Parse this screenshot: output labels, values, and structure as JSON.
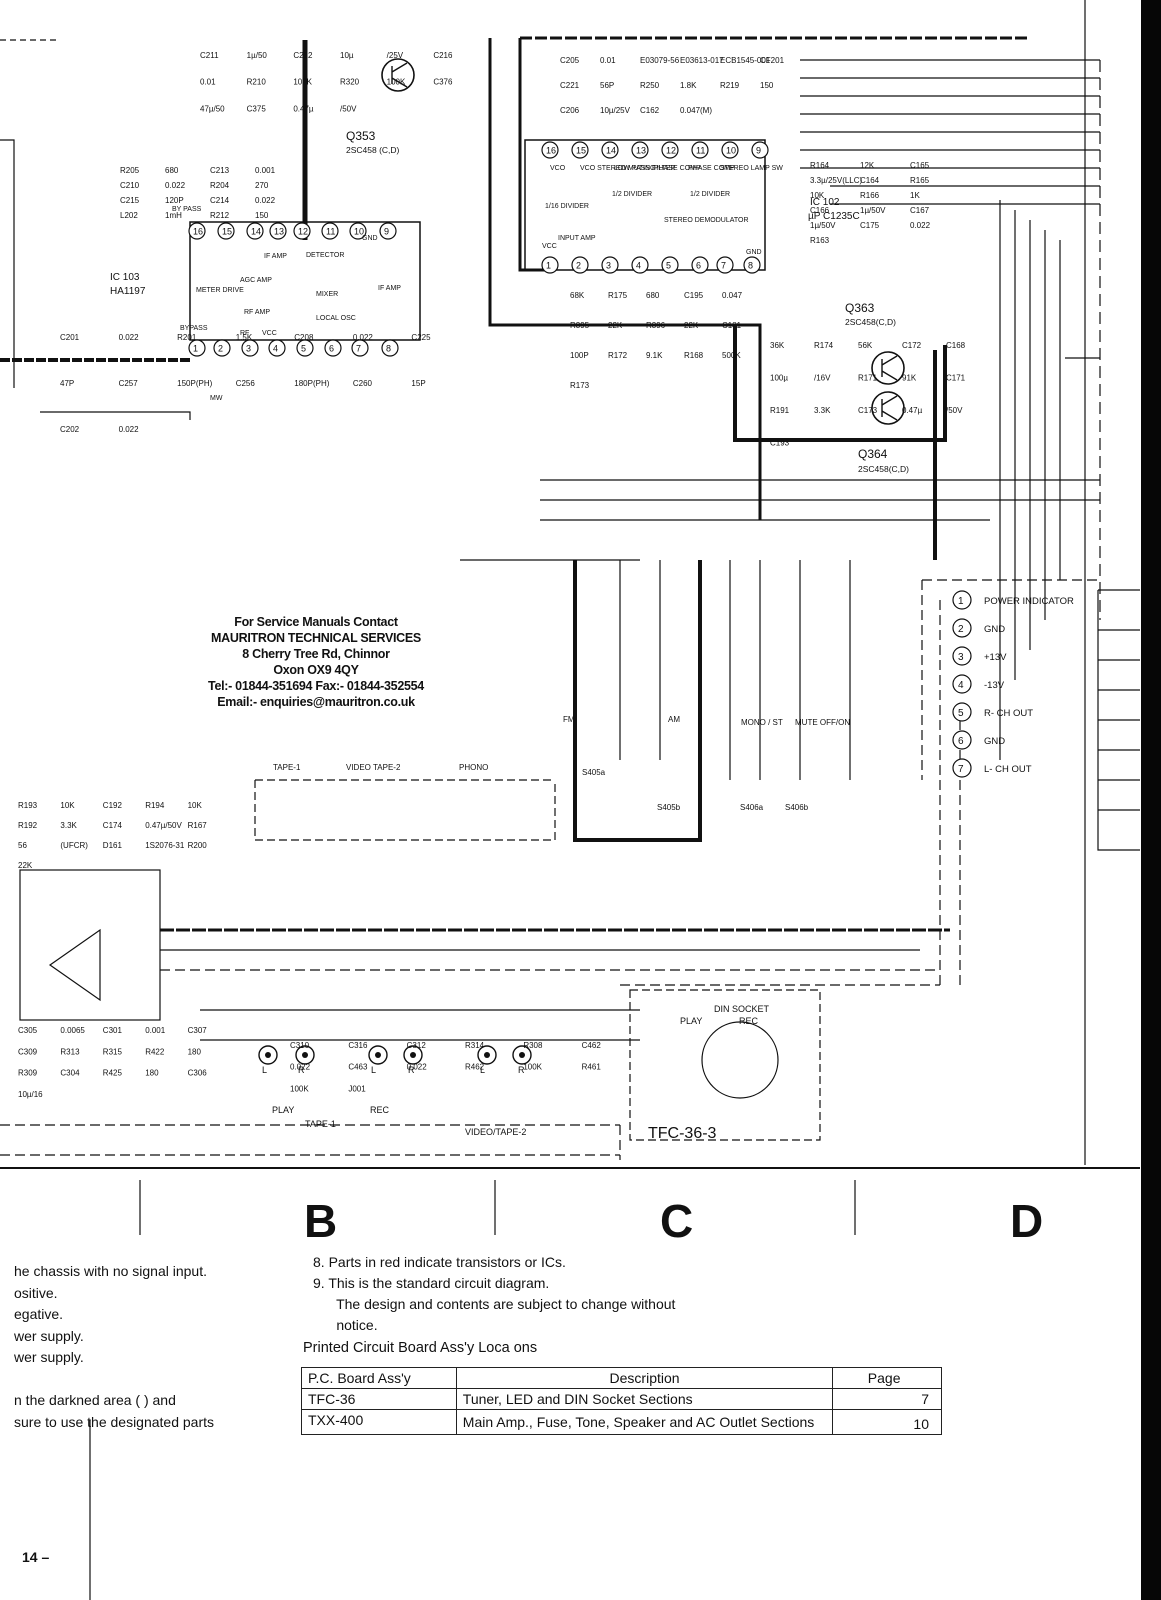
{
  "schematic": {
    "ic_labels": [
      "IC 103",
      "HA1197",
      "IC 102",
      "µP C1235C"
    ],
    "transistor_labels": [
      "Q353",
      "2SC458 (C,D)",
      "Q363",
      "2SC458(C,D)",
      "Q364",
      "2SC458(C,D)"
    ],
    "component_labels": [
      "C211",
      "1µ/50",
      "C212",
      "10µ",
      "/25V",
      "C216",
      "0.01",
      "R210",
      "100K",
      "R320",
      "100K",
      "C376",
      "47µ/50",
      "C375",
      "0.47µ",
      "/50V",
      "R205",
      "680",
      "C213",
      "0.001",
      "C210",
      "0.022",
      "R204",
      "270",
      "C215",
      "120P",
      "C214",
      "0.022",
      "L202",
      "1mH",
      "R212",
      "150",
      "C201",
      "0.022",
      "R201",
      "1.5K",
      "C208",
      "0.022",
      "C225",
      "47P",
      "C257",
      "150P(PH)",
      "C256",
      "180P(PH)",
      "C260",
      "15P",
      "C202",
      "0.022",
      "C205",
      "0.01",
      "E03079-56",
      "E03613-017",
      "ECB1545-001",
      "CF201",
      "C221",
      "56P",
      "R250",
      "1.8K",
      "R219",
      "150",
      "C206",
      "10µ/25V",
      "C162",
      "0.047(M)",
      "R164",
      "12K",
      "C165",
      "3.3µ/25V(LLC)",
      "C164",
      "R165",
      "10K",
      "R166",
      "1K",
      "C166",
      "1µ/50V",
      "C167",
      "1µ/50V",
      "C175",
      "0.022",
      "R163",
      "68K",
      "R175",
      "680",
      "C195",
      "0.047",
      "R395",
      "22K",
      "R396",
      "22K",
      "C181",
      "100P",
      "R172",
      "9.1K",
      "R168",
      "500K",
      "R173",
      "36K",
      "R174",
      "56K",
      "C172",
      "C168",
      "100µ",
      "/16V",
      "R171",
      "91K",
      "C171",
      "R191",
      "3.3K",
      "C173",
      "0.47µ",
      "/50V",
      "C193",
      "R193",
      "10K",
      "C192",
      "R194",
      "10K",
      "R192",
      "3.3K",
      "C174",
      "0.47µ/50V",
      "R167",
      "56",
      "(UFCR)",
      "D161",
      "1S2076-31",
      "R200",
      "22K",
      "C305",
      "0.0065",
      "C301",
      "0.001",
      "C307",
      "C309",
      "R313",
      "R315",
      "R422",
      "180",
      "R309",
      "C304",
      "R425",
      "180",
      "C306",
      "10µ/16",
      "C310",
      "C316",
      "C312",
      "R314",
      "R308",
      "C462",
      "0.022",
      "C463",
      "0.022",
      "R462",
      "100K",
      "R461",
      "100K",
      "J001"
    ],
    "block_labels": [
      "VCO",
      "VCO STEREO MUTING",
      "LOW PASS FILTER",
      "PHASE COMP",
      "PHASE COMP",
      "STEREO LAMP SW",
      "1/16 DIVIDER",
      "1/2 DIVIDER",
      "1/2 DIVIDER",
      "STEREO DEMODULATOR",
      "INPUT AMP",
      "GND",
      "VCC",
      "METER DRIVE",
      "AGC AMP",
      "IF AMP",
      "DETECTOR",
      "IF AMP",
      "RF AMP",
      "MIXER",
      "LOCAL OSC",
      "BY PASS",
      "BYPASS",
      "RF",
      "VCC",
      "GND",
      "MW"
    ],
    "switch_labels": [
      "FM",
      "AM",
      "MONO / ST",
      "MUTE OFF/ON",
      "TAPE-1",
      "VIDEO TAPE-2",
      "PHONO",
      "S405a",
      "S405b",
      "S406a",
      "S406b"
    ],
    "connector_pins": [
      {
        "num": "1",
        "label": "POWER INDICATOR"
      },
      {
        "num": "2",
        "label": "GND"
      },
      {
        "num": "3",
        "label": "+13V"
      },
      {
        "num": "4",
        "label": "-13V"
      },
      {
        "num": "5",
        "label": "R- CH OUT"
      },
      {
        "num": "6",
        "label": "GND"
      },
      {
        "num": "7",
        "label": "L- CH OUT"
      }
    ],
    "jack_labels": [
      "L",
      "R",
      "L",
      "R",
      "L",
      "R",
      "PLAY",
      "REC",
      "TAPE-1",
      "VIDEO/TAPE-2",
      "PLAY",
      "REC",
      "DIN SOCKET",
      "TFC-36-3"
    ],
    "pin_numbers": [
      "16",
      "15",
      "14",
      "13",
      "12",
      "11",
      "10",
      "9",
      "1",
      "2",
      "3",
      "4",
      "5",
      "6",
      "7",
      "8"
    ]
  },
  "contact": {
    "lines": [
      "For Service Manuals Contact",
      "MAURITRON TECHNICAL SERVICES",
      "8 Cherry Tree Rd, Chinnor",
      "Oxon OX9 4QY",
      "Tel:- 01844-351694 Fax:- 01844-352554",
      "Email:- enquiries@mauritron.co.uk"
    ]
  },
  "grid_labels": [
    "B",
    "C",
    "D"
  ],
  "notes_left": [
    "he chassis with no signal input.",
    "ositive.",
    "egative.",
    "wer supply.",
    "wer supply.",
    "",
    "n the darkned area (        ) and",
    "sure to use the designated parts"
  ],
  "notes_right": [
    "8.  Parts in red indicate transistors or ICs.",
    "9.  This is the standard circuit diagram.",
    "      The design and contents are subject to change without",
    "      notice."
  ],
  "pcb_table": {
    "title": "Printed Circuit Board Ass'y Loca ons",
    "headers": [
      "P.C. Board Ass'y",
      "Description",
      "Page"
    ],
    "rows": [
      [
        "TFC-36",
        "Tuner, LED and DIN Socket Sections",
        "7"
      ],
      [
        "TXX-400",
        "Main Amp., Fuse, Tone, Speaker and AC Outlet Sections",
        "10"
      ]
    ]
  },
  "page_number": "14 –"
}
